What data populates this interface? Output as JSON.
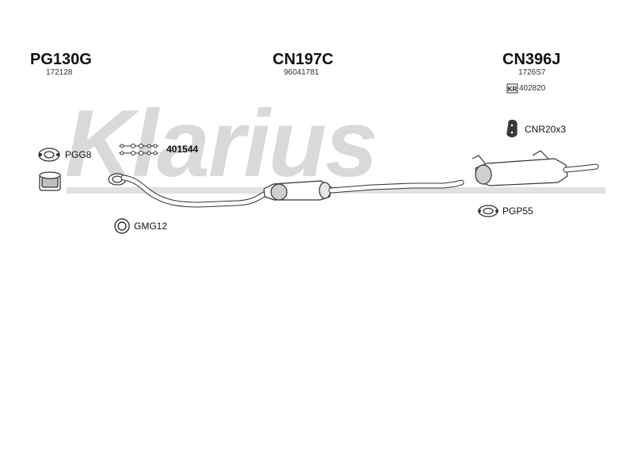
{
  "watermark": {
    "text": "Klarius",
    "color": "#d9d9d9"
  },
  "header_parts": [
    {
      "code": "PG130G",
      "ref": "172128"
    },
    {
      "code": "CN197C",
      "ref": "96041781"
    },
    {
      "code": "CN396J",
      "ref": "1726S7"
    }
  ],
  "kit": {
    "badge": "KR",
    "number": "402820"
  },
  "accessories": {
    "pgg8": "PGG8",
    "fitting_kit": "401544",
    "gmg12": "GMG12",
    "cnr20x3": "CNR20x3",
    "pgp55": "PGP55"
  },
  "colors": {
    "line": "#333333",
    "fill": "#ffffff",
    "shade": "#cfcfcf"
  }
}
